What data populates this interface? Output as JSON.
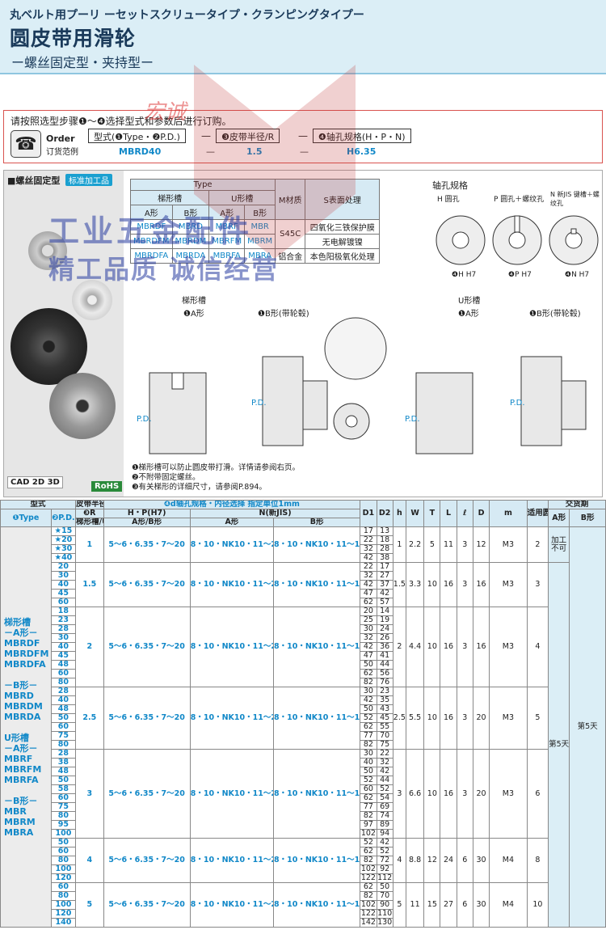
{
  "header": {
    "jp_title": "丸ベルト用プーリ ーセットスクリュータイプ・クランピングタイプー",
    "cn_title": "圆皮带用滑轮",
    "subtitle": "ー螺丝固定型・夹持型ー"
  },
  "watermark": {
    "line1": "工业五金配件",
    "line2": "精工品质 诚信经营",
    "seal": "宏诚"
  },
  "order": {
    "hint": "请按照选型步骤❶～❹选择型式和参数后进行订购。",
    "label_en": "Order",
    "label_cn": "订货范例",
    "box1": "型式(❶Type・❷P.D.)",
    "box2": "❸皮带半径/R",
    "box3": "❹轴孔规格(H・P・N)",
    "ex1": "MBRD40",
    "ex2": "1.5",
    "ex3": "H6.35"
  },
  "section": {
    "title": "■螺丝固定型",
    "badge": "标准加工品",
    "cad": "CAD 2D 3D",
    "rohs": "RoHS"
  },
  "type_table": {
    "type": "Type",
    "trap": "梯形槽",
    "u": "U形槽",
    "a": "A形",
    "b": "B形",
    "material": "M材质",
    "surface": "S表面处理",
    "rows": [
      [
        "MBRDF",
        "MBRD",
        "MBRF",
        "MBR",
        "S45C",
        "四氧化三铁保护膜"
      ],
      [
        "MBRDFM",
        "MBRDM",
        "MBRFM",
        "MBRM",
        "",
        "无电解镀镍"
      ],
      [
        "MBRDFA",
        "MBRDA",
        "MBRFA",
        "MBRA",
        "铝合金",
        "本色阳极氧化处理"
      ]
    ]
  },
  "shaft": {
    "title": "轴孔规格",
    "h": "H 圆孔",
    "p": "P 圆孔＋螺纹孔",
    "n": "N 新JIS 键槽＋螺纹孔",
    "hh7": "❹H H7",
    "ph7": "❹P H7",
    "nh7": "❹N H7",
    "trap": "梯形槽",
    "u": "U形槽",
    "a": "❶A形",
    "b": "❶B形(带轮毂)"
  },
  "notes": [
    "❶梯形槽可以防止圆皮带打滑。详情请参阅右页。",
    "❷不附带固定螺丝。",
    "❸有关梯形的详细尺寸，请参阅P.894。"
  ],
  "table": {
    "h_type": "型式",
    "h_r": "❸R",
    "h_r2": "皮带半径",
    "h_d": "❹d轴孔规格・内径选择  指定单位1mm",
    "h_hp": "H・P(H7)",
    "h_n": "N(新JIS)",
    "h_ab": "A形/B形",
    "h_na": "A形",
    "h_nb": "B形",
    "h_type1": "❶Type",
    "h_pd": "❷P.D.",
    "h_trap": "梯形槽",
    "h_ushape": "U形槽",
    "cols": [
      "D1",
      "D2",
      "h",
      "W",
      "T",
      "L",
      "ℓ",
      "D",
      "m",
      "适用圆皮带直径"
    ],
    "h_delivery": "交货期",
    "h_da": "A形",
    "h_db": "B形",
    "left_labels": "梯形槽\n－A形－\nMBRDF\nMBRDFM\nMBRDFA\n\n－B形－\nMBRD\nMBRDM\nMBRDA\n\nU形槽\n－A形－\nMBRF\nMBRFM\nMBRFA\n\n－B形－\nMBR\nMBRM\nMBRA",
    "delivery_5": "第5天",
    "not_available": "加工\n不可"
  }
}
